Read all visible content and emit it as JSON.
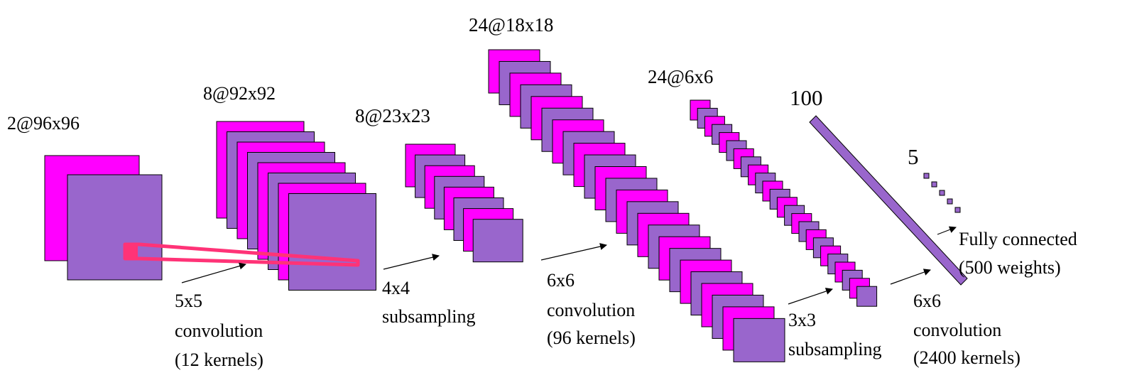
{
  "layers": [
    {
      "id": "input",
      "label": "2@96x96"
    },
    {
      "id": "conv1",
      "label": "8@92x92"
    },
    {
      "id": "sub1",
      "label": "8@23x23"
    },
    {
      "id": "conv2",
      "label": "24@18x18"
    },
    {
      "id": "sub2",
      "label": "24@6x6"
    },
    {
      "id": "fc1",
      "label": "100"
    },
    {
      "id": "out",
      "label": "5"
    }
  ],
  "operations": {
    "op1": {
      "line1": "5x5",
      "line2": "convolution",
      "line3": "(12 kernels)"
    },
    "op2": {
      "line1": "4x4",
      "line2": "subsampling"
    },
    "op3": {
      "line1": "6x6",
      "line2": "convolution",
      "line3": "(96 kernels)"
    },
    "op4": {
      "line1": "3x3",
      "line2": "subsampling"
    },
    "op5": {
      "line1": "6x6",
      "line2": "convolution",
      "line3": "(2400 kernels)"
    },
    "op6": {
      "line1": "Fully connected",
      "line2": "(500 weights)"
    }
  },
  "colors": {
    "magenta": "#ff00ff",
    "purple": "#9966cc",
    "kernel": "#ff3377",
    "stroke": "#000000"
  }
}
